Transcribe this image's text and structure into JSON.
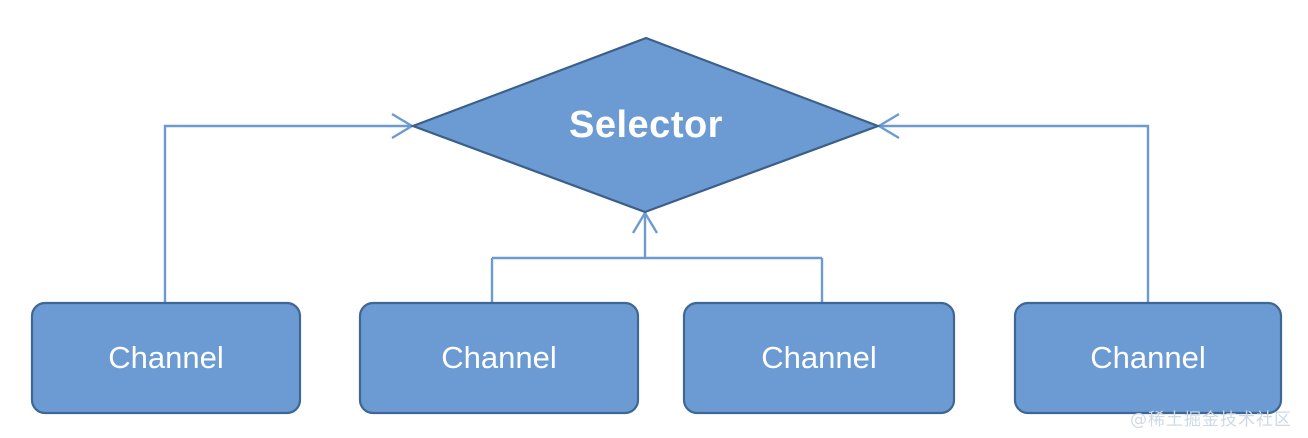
{
  "diagram": {
    "title_node": {
      "id": "selector",
      "label": "Selector",
      "shape": "diamond"
    },
    "channels": [
      {
        "id": "channel-1",
        "label": "Channel",
        "shape": "rounded-rect"
      },
      {
        "id": "channel-2",
        "label": "Channel",
        "shape": "rounded-rect"
      },
      {
        "id": "channel-3",
        "label": "Channel",
        "shape": "rounded-rect"
      },
      {
        "id": "channel-4",
        "label": "Channel",
        "shape": "rounded-rect"
      }
    ],
    "edges": [
      {
        "from": "channel-1",
        "to": "selector",
        "style": "elbow",
        "arrow": "open-v"
      },
      {
        "from": "channel-2",
        "to": "selector",
        "style": "merge-bus",
        "arrow": "open-v"
      },
      {
        "from": "channel-3",
        "to": "selector",
        "style": "merge-bus",
        "arrow": "open-v"
      },
      {
        "from": "channel-4",
        "to": "selector",
        "style": "elbow",
        "arrow": "open-v"
      }
    ],
    "colors": {
      "node_fill": "#6b9bd2",
      "node_stroke": "#3f6795",
      "diamond_stroke": "#3c5f8a",
      "connector": "#6c9bd2",
      "label_text": "#ffffff",
      "background": "#ffffff",
      "watermark_text": "#cfd9e6"
    }
  },
  "watermark": {
    "text": "@稀土掘金技术社区"
  }
}
